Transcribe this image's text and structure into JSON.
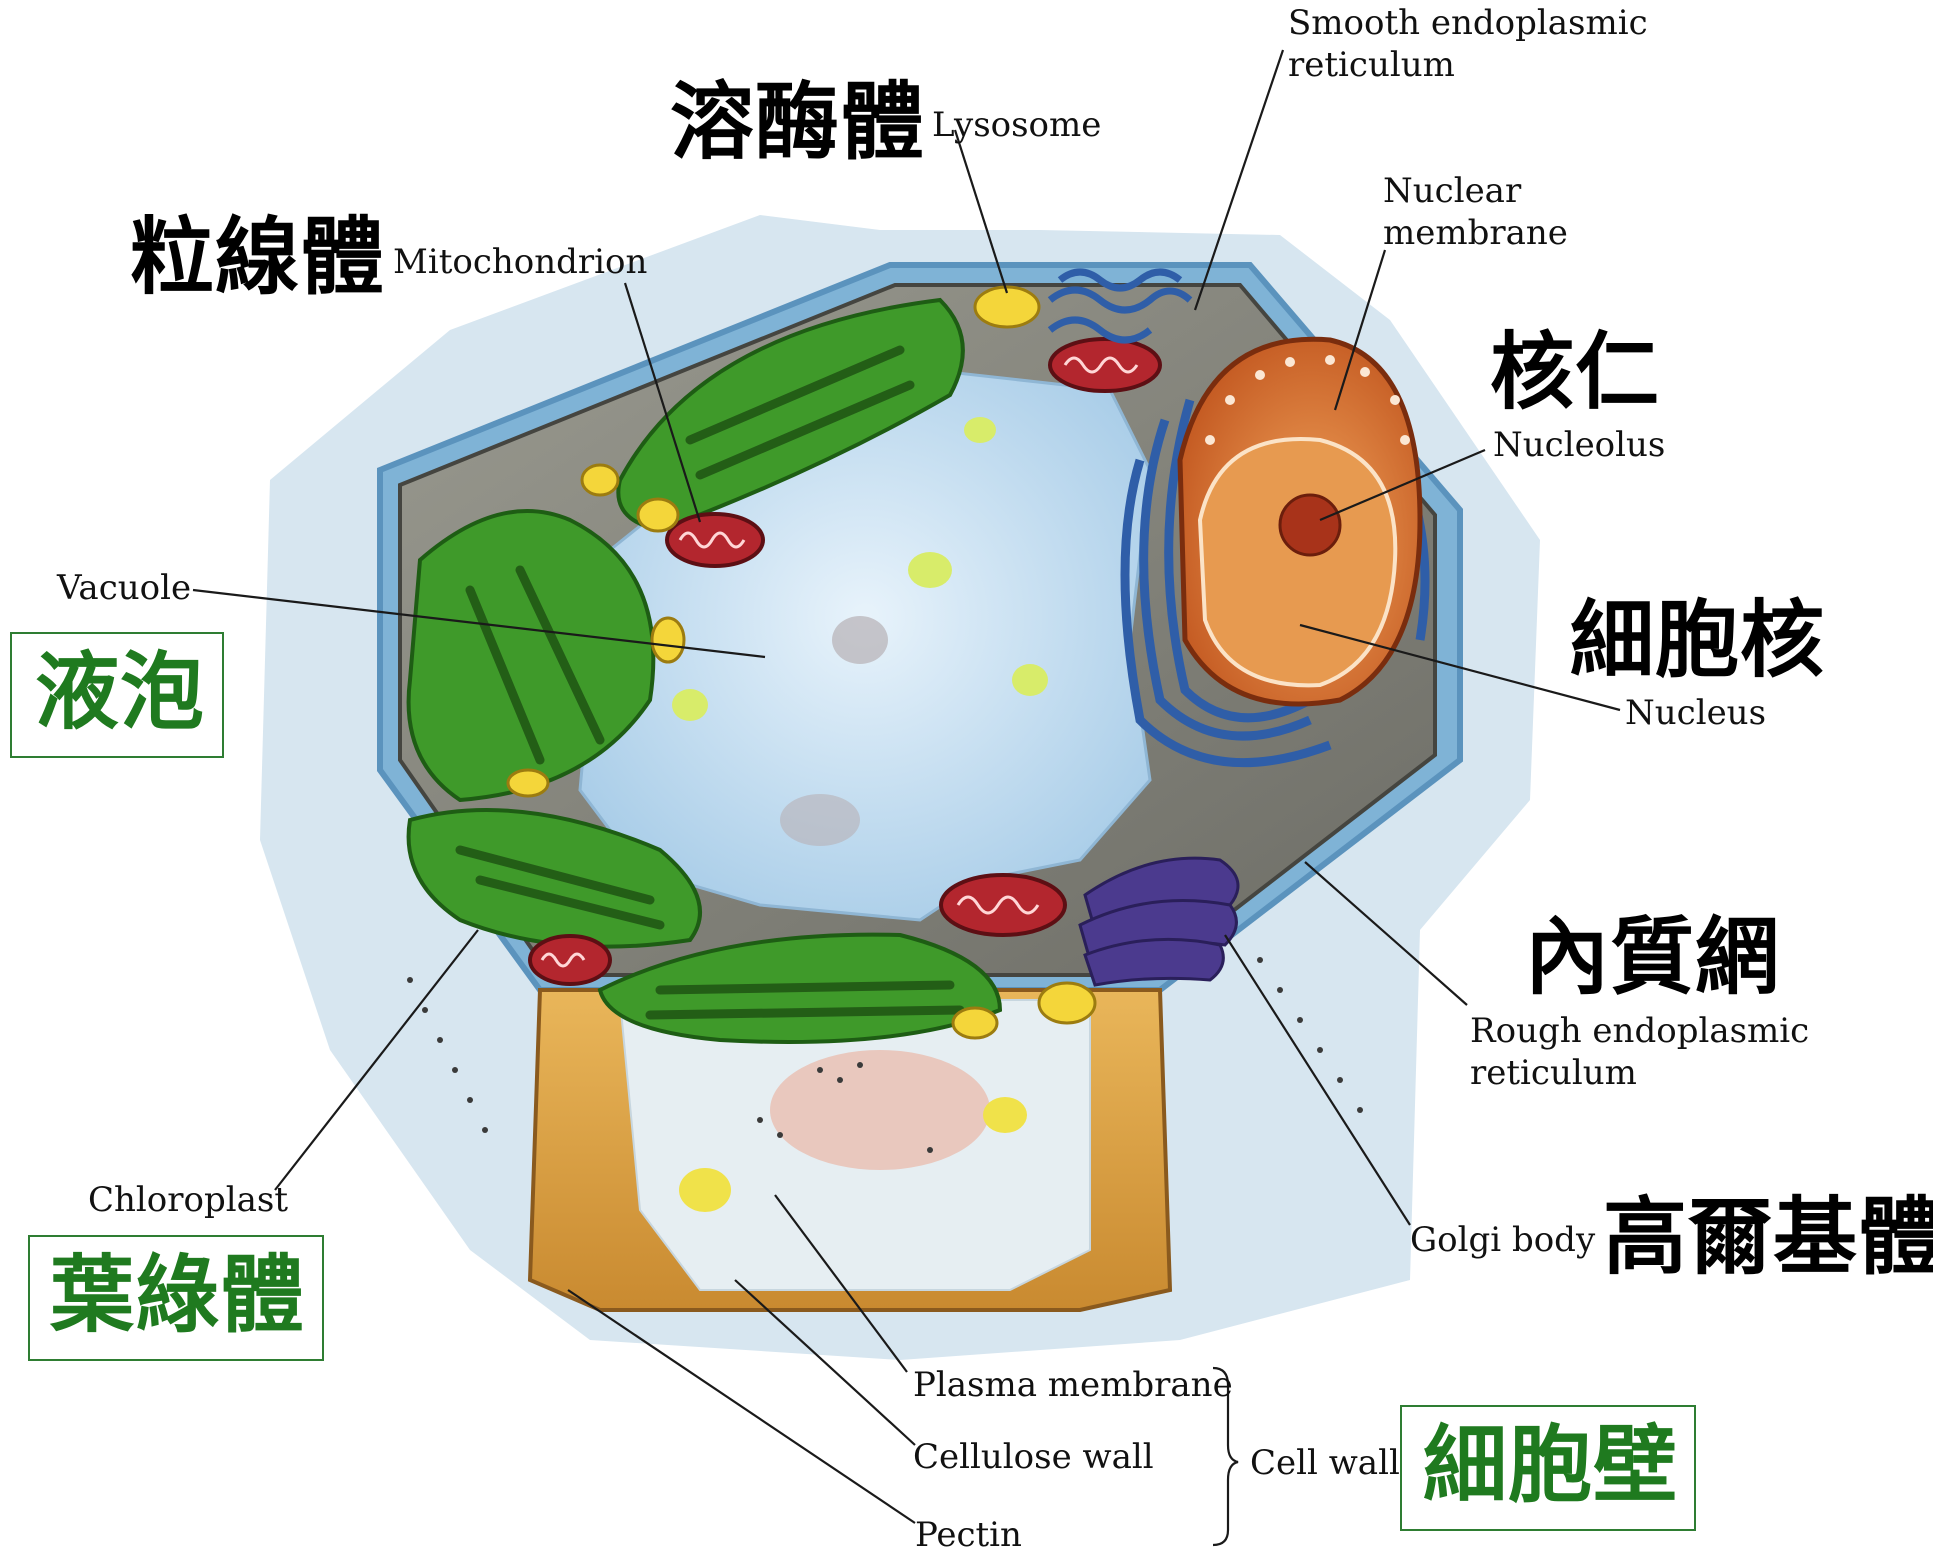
{
  "labels": {
    "smooth_er": "Smooth endoplasmic\nreticulum",
    "lysosome": "Lysosome",
    "mitochondrion": "Mitochondrion",
    "nuclear_membrane": "Nuclear\nmembrane",
    "nucleolus": "Nucleolus",
    "vacuole": "Vacuole",
    "nucleus": "Nucleus",
    "rough_er": "Rough endoplasmic\nreticulum",
    "chloroplast": "Chloroplast",
    "golgi": "Golgi body",
    "plasma_membrane": "Plasma membrane",
    "cellulose_wall": "Cellulose wall",
    "pectin": "Pectin",
    "cell_wall": "Cell wall"
  },
  "chinese": {
    "lysosome": "溶酶體",
    "mitochondrion": "粒線體",
    "nucleolus": "核仁",
    "vacuole": "液泡",
    "nucleus": "細胞核",
    "rough_er": "內質網",
    "chloroplast": "葉綠體",
    "golgi": "高爾基體",
    "cell_wall": "細胞壁"
  },
  "colors": {
    "chloroplast": "#3f9a2a",
    "vacuole": "#bcd9ee",
    "nucleus": "#d9773a",
    "er": "#2f5ea8",
    "mitochondrion": "#b3262e",
    "golgi": "#4b3a8e",
    "lysosome": "#f4d63a",
    "wall": "#d59a3f",
    "highlight_box": "#2e7d32"
  }
}
